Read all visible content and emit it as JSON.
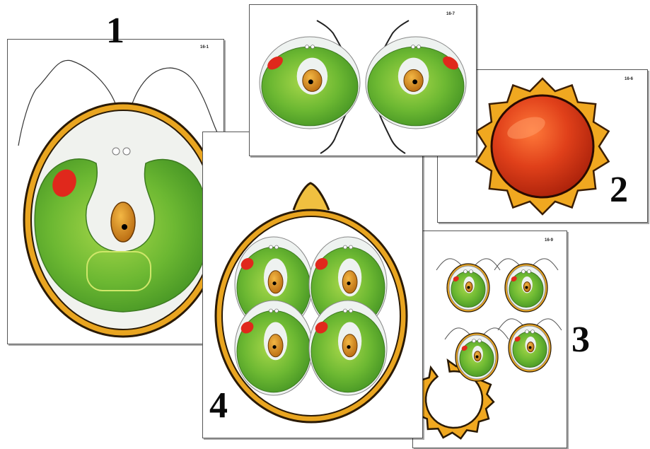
{
  "figure_numbers": {
    "one": "1",
    "two": "2",
    "three": "3",
    "four": "4"
  },
  "cards": {
    "card1": {
      "code": "16-1"
    },
    "card2": {
      "code": "16-6"
    },
    "card3": {
      "code": "16-9"
    },
    "card5": {
      "code": "16-7"
    }
  },
  "colors": {
    "cell_green": "#5fae2e",
    "chloroplast_light": "#a8d84a",
    "wall_gold": "#e9a520",
    "eyespot_red": "#e0281c",
    "zygote_red": "#d93512",
    "nucleus_orange": "#d98a1c",
    "cytoplasm": "#eef2f0"
  },
  "icons": [
    "chlamydomonas-cell-icon",
    "dividing-cell-icon",
    "zygote-icon",
    "four-daughter-cells-icon",
    "gametes-icon"
  ]
}
